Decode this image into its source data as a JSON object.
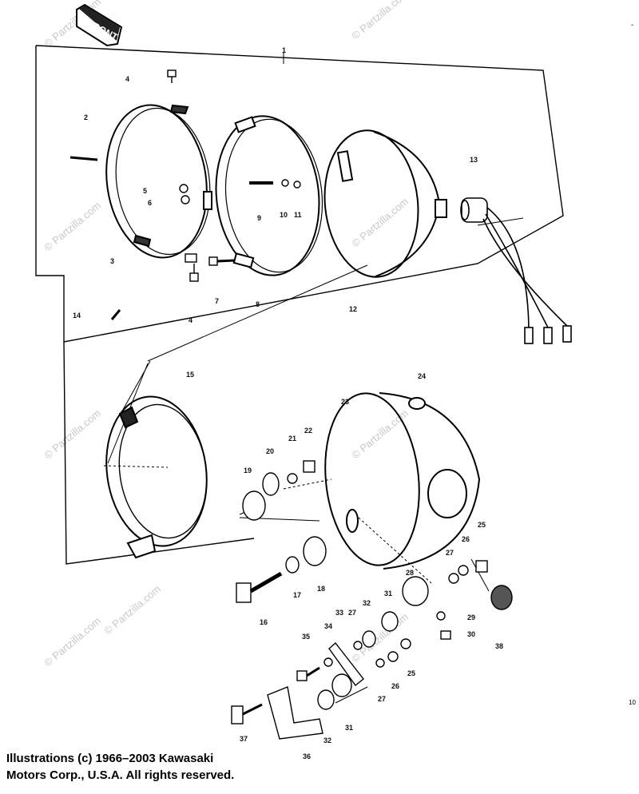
{
  "front_label": "FRONT",
  "watermark": "© Partzilla.com",
  "side_marks": {
    "dash": "-",
    "page": "10"
  },
  "callouts": {
    "c1": "1",
    "c2": "2",
    "c3": "3",
    "c4a": "4",
    "c4b": "4",
    "c5": "5",
    "c6": "6",
    "c7": "7",
    "c8": "8",
    "c9": "9",
    "c10": "10",
    "c11": "11",
    "c12": "12",
    "c13": "13",
    "c14": "14",
    "c15": "15",
    "c16": "16",
    "c17": "17",
    "c18": "18",
    "c19": "19",
    "c20": "20",
    "c21": "21",
    "c22": "22",
    "c23": "23",
    "c24": "24",
    "c25a": "25",
    "c25b": "25",
    "c26a": "26",
    "c26b": "26",
    "c27a": "27",
    "c27b": "27",
    "c27c": "27",
    "c28": "28",
    "c29": "29",
    "c30": "30",
    "c31a": "31",
    "c31b": "31",
    "c32a": "32",
    "c32b": "32",
    "c33": "33",
    "c34": "34",
    "c35": "35",
    "c36": "36",
    "c37": "37",
    "c38": "38"
  },
  "copyright": {
    "line1": "Illustrations (c) 1966–2003 Kawasaki",
    "line2": "Motors Corp., U.S.A.  All rights reserved."
  }
}
